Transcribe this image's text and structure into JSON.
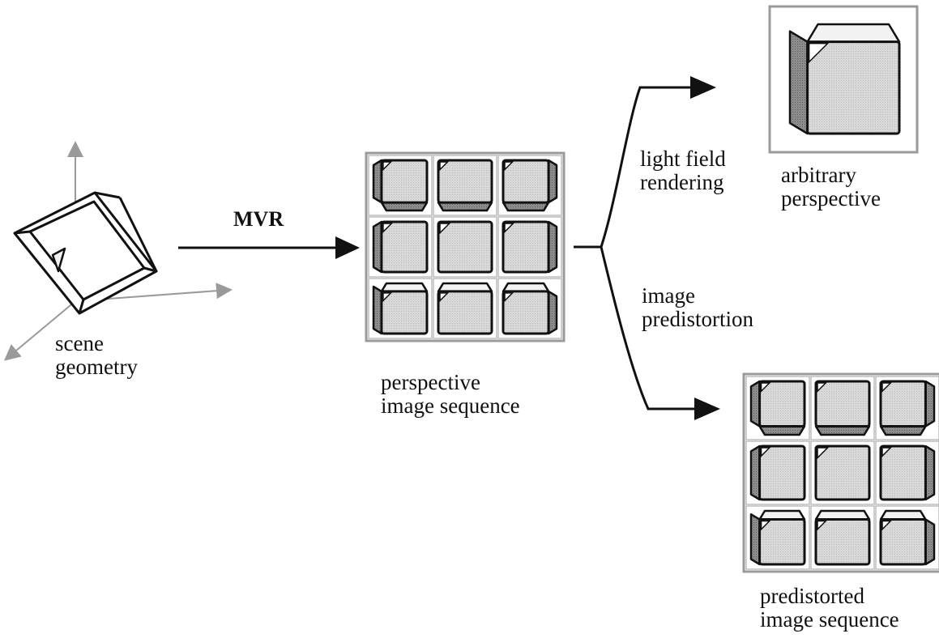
{
  "scene_label": [
    "scene",
    "geometry"
  ],
  "mvr_label": "MVR",
  "perspective_label": [
    "perspective",
    "image sequence"
  ],
  "light_field_label": [
    "light field",
    "rendering"
  ],
  "arbitrary_label": [
    "arbitrary",
    "perspective"
  ],
  "predistortion_label": [
    "image",
    "predistortion"
  ],
  "predistorted_label": [
    "predistorted",
    "image sequence"
  ],
  "colors": {
    "line": "#111111",
    "face_fill": "#dcdcdc",
    "shade_dark": "#8a8a8a",
    "shade_light": "#f2f2f2",
    "frame": "#9a9a9a",
    "axis": "#9a9a9a"
  }
}
